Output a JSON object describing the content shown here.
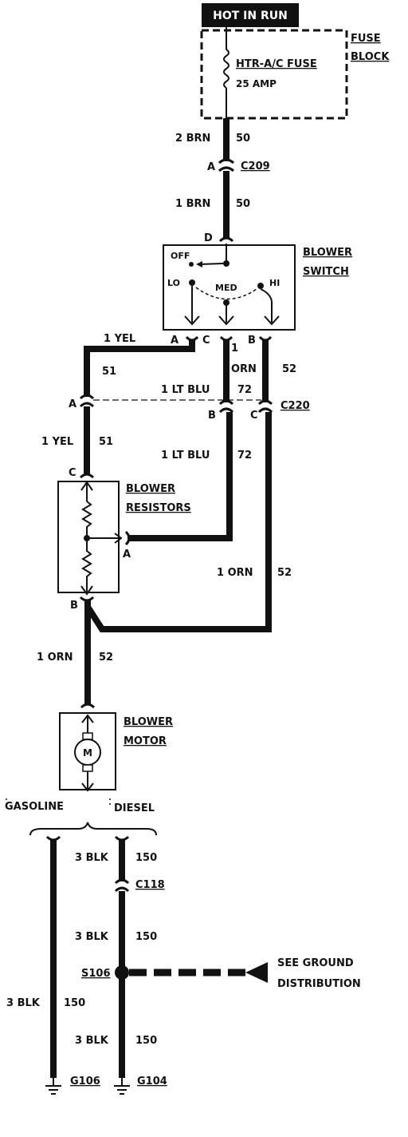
{
  "header": {
    "hot_label": "HOT IN RUN"
  },
  "fuse_block": {
    "title_line1": "FUSE",
    "title_line2": "BLOCK",
    "fuse_name": "HTR-A/C FUSE",
    "fuse_rating": "25 AMP"
  },
  "wires": {
    "top_upper_gauge": "2 BRN",
    "top_upper_circuit": "50",
    "top_lower_gauge": "1 BRN",
    "top_lower_circuit": "50",
    "yel_upper_gauge": "1 YEL",
    "yel_upper_circuit": "51",
    "orn_upper_gauge_a": "1",
    "orn_upper_gauge_b": "ORN",
    "orn_upper_circuit": "52",
    "ltblu_upper_gauge": "1 LT BLU",
    "ltblu_upper_circuit": "72",
    "yel_lower_gauge": "1 YEL",
    "yel_lower_circuit": "51",
    "ltblu_lower_gauge": "1 LT BLU",
    "ltblu_lower_circuit": "72",
    "orn_mid_gauge": "1 ORN",
    "orn_mid_circuit": "52",
    "motor_feed_gauge": "1 ORN",
    "motor_feed_circuit": "52",
    "diesel_upper_gauge": "3 BLK",
    "diesel_upper_circuit": "150",
    "diesel_mid_gauge": "3 BLK",
    "diesel_mid_circuit": "150",
    "diesel_lower_gauge": "3 BLK",
    "diesel_lower_circuit": "150",
    "gas_gauge": "3 BLK",
    "gas_circuit": "150"
  },
  "connectors": {
    "c209_name": "C209",
    "c209_pin": "A",
    "c220_name": "C220",
    "c220_pin_a": "A",
    "c220_pin_b": "B",
    "c220_pin_c": "C",
    "c118_name": "C118"
  },
  "blower_switch": {
    "title_line1": "BLOWER",
    "title_line2": "SWITCH",
    "pin_d": "D",
    "pin_a": "A",
    "pin_c": "C",
    "pin_b": "B",
    "pos_off": "OFF",
    "pos_lo": "LO",
    "pos_med": "MED",
    "pos_hi": "HI"
  },
  "blower_resistors": {
    "title_line1": "BLOWER",
    "title_line2": "RESISTORS",
    "pin_c": "C",
    "pin_a": "A",
    "pin_b": "B"
  },
  "blower_motor": {
    "title_line1": "BLOWER",
    "title_line2": "MOTOR",
    "symbol": "M"
  },
  "grounds": {
    "gasoline_label": "GASOLINE",
    "diesel_label": "DIESEL",
    "splice_name": "S106",
    "see_line1": "SEE GROUND",
    "see_line2": "DISTRIBUTION",
    "g106": "G106",
    "g104": "G104"
  }
}
